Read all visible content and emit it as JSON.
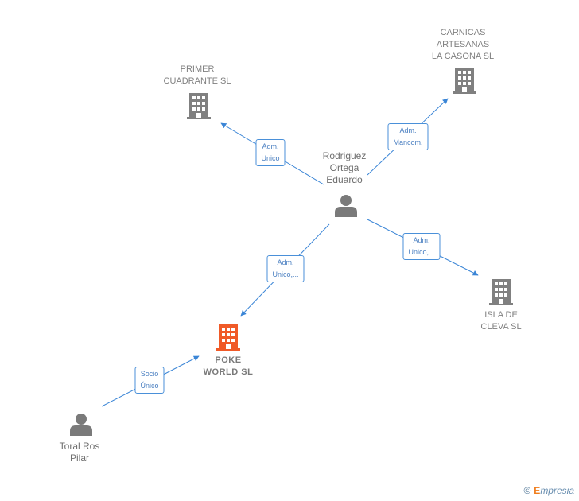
{
  "colors": {
    "edge": "#3a85d6",
    "company": "#808080",
    "main_company": "#f05a28",
    "person": "#7a7a7a"
  },
  "nodes": {
    "primer": {
      "label": "PRIMER\nCUADRANTE SL",
      "icon": "building-icon"
    },
    "carnicas": {
      "label": "CARNICAS\nARTESANAS\nLA CASONA SL",
      "icon": "building-icon"
    },
    "rodriguez": {
      "label": "Rodriguez\nOrtega\nEduardo",
      "icon": "person-icon"
    },
    "isla": {
      "label": "ISLA DE\nCLEVA SL",
      "icon": "building-icon"
    },
    "poke": {
      "label": "POKE\nWORLD  SL",
      "icon": "building-icon"
    },
    "toral": {
      "label": "Toral Ros\nPilar",
      "icon": "person-icon"
    }
  },
  "edges": {
    "to_primer": "Adm.\nUnico",
    "to_carnicas": "Adm.\nMancom.",
    "to_isla": "Adm.\nUnico,...",
    "to_poke": "Adm.\nUnico,...",
    "toral_to_poke": "Socio\nÚnico"
  },
  "brand": {
    "copyright": "©",
    "initial": "E",
    "rest": "mpresia"
  }
}
